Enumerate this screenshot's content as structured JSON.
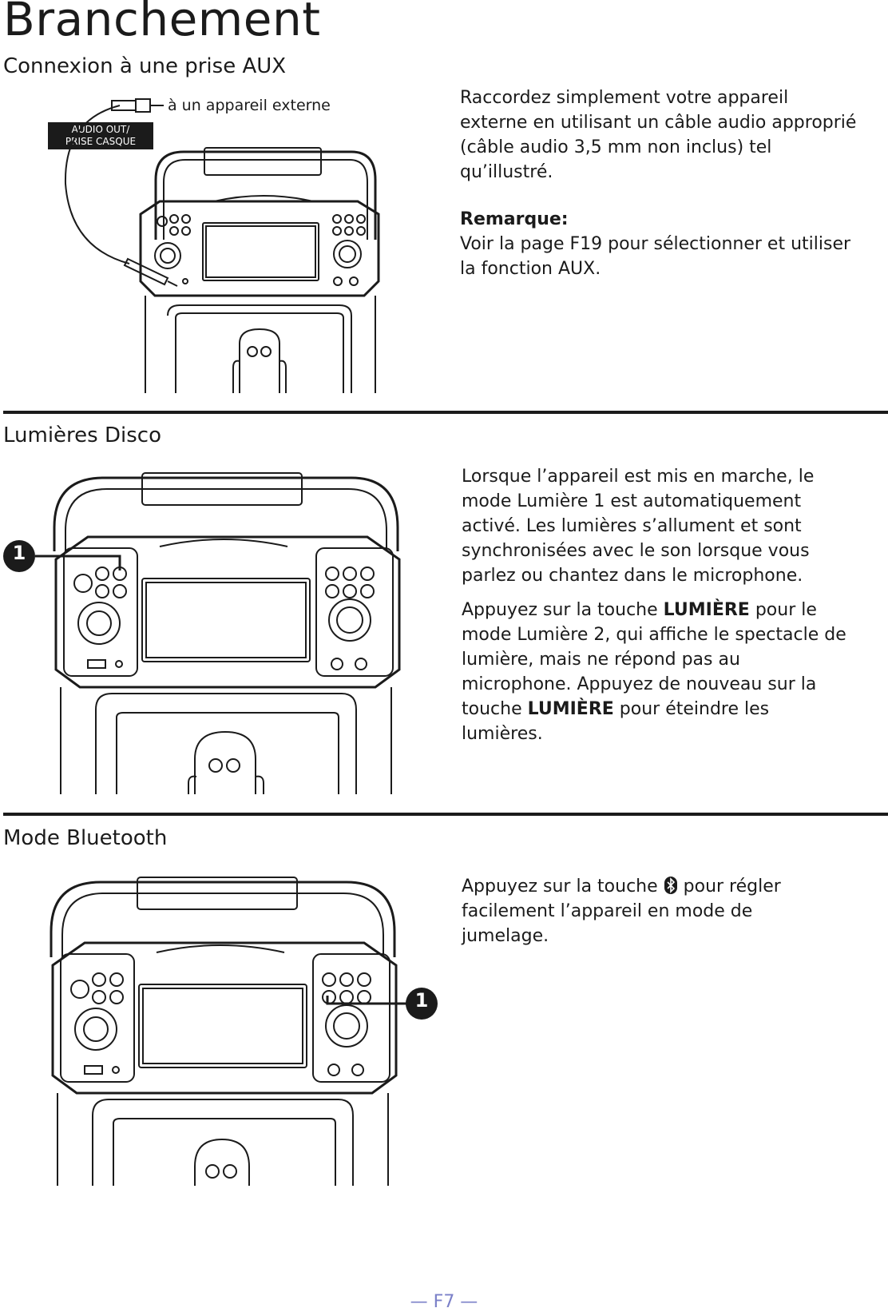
{
  "page": {
    "title": "Branchement",
    "footer": "— F7 —"
  },
  "aux": {
    "heading": "Connexion à une prise AUX",
    "external_label": "à un appareil externe",
    "port_label_line1": "AUDIO OUT/",
    "port_label_line2": "PRISE CASQUE",
    "body": "Raccordez simplement votre appareil externe en utilisant un câble audio approprié (câble audio 3,5 mm non inclus) tel qu’illustré.",
    "note_title": "Remarque:",
    "note_body": "Voir la page F19 pour sélectionner et utiliser la fonction AUX."
  },
  "disco": {
    "heading": "Lumières Disco",
    "callout": "1",
    "p1": "Lorsque l’appareil est mis en marche, le mode Lumière 1 est automatiquement activé. Les lumières s’allument et sont synchronisées avec le son lorsque vous parlez ou chantez dans le microphone.",
    "p2_a": "Appuyez sur la touche ",
    "p2_key1": "LUMIÈRE",
    "p2_b": " pour le mode Lumière 2, qui affiche le spectacle de lumière, mais ne répond pas au microphone. Appuyez de nouveau sur la touche ",
    "p2_key2": "LUMIÈRE",
    "p2_c": " pour éteindre les lumières."
  },
  "bluetooth": {
    "heading": "Mode Bluetooth",
    "callout": "1",
    "icon": "bluetooth-icon",
    "p_a": "Appuyez sur la touche ",
    "p_b": " pour régler facilement l’appareil en mode de jumelage."
  }
}
